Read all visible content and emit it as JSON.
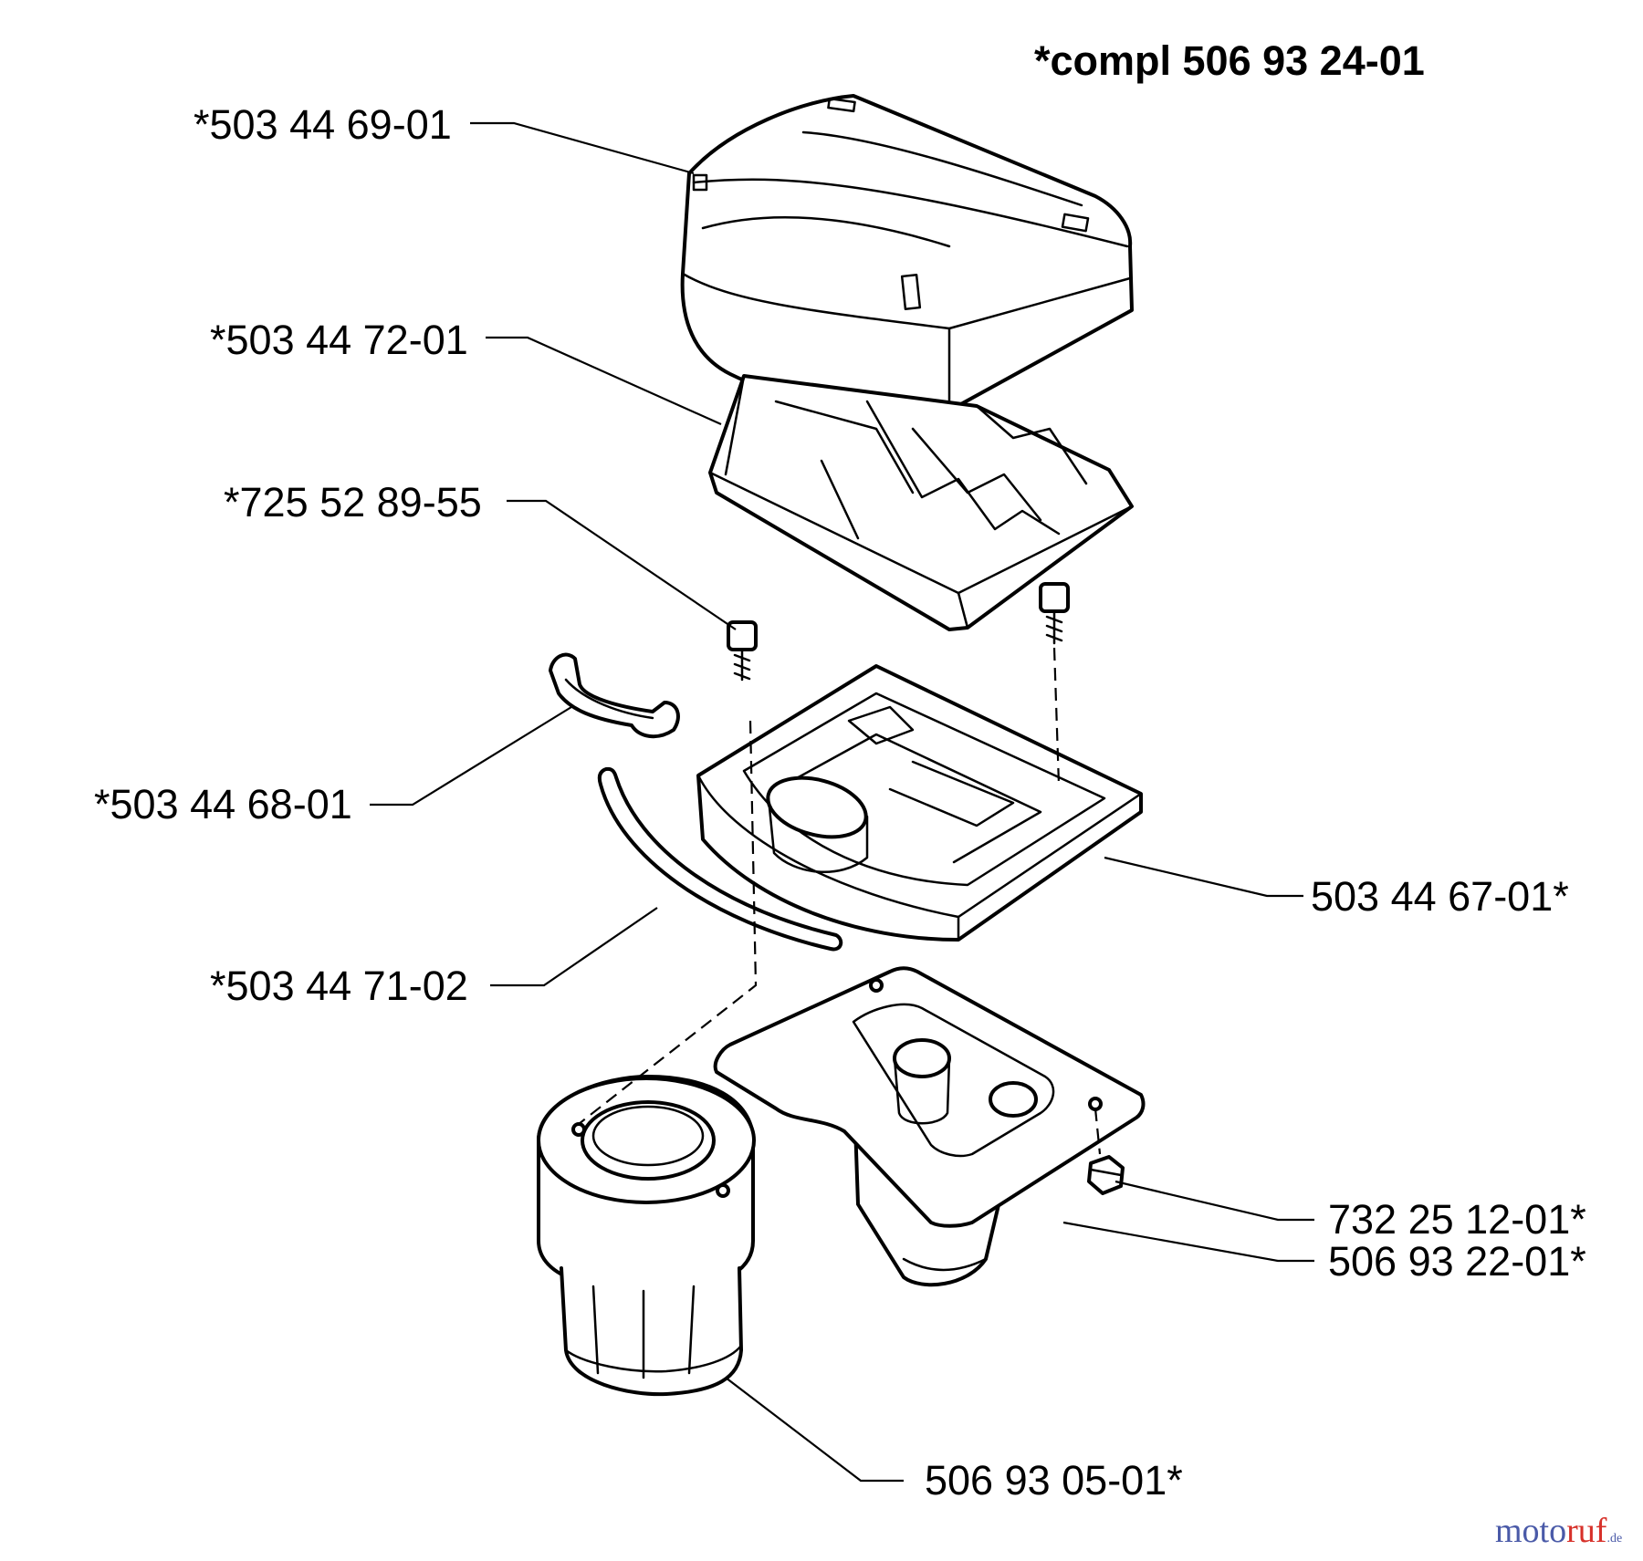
{
  "assembly_label": "*compl 506 93 24-01",
  "parts": [
    {
      "id": "cover",
      "label": "*503 44 69-01"
    },
    {
      "id": "filter-element",
      "label": "*503 44 72-01"
    },
    {
      "id": "screw",
      "label": "*725 52 89-55"
    },
    {
      "id": "clip",
      "label": "*503 44 68-01"
    },
    {
      "id": "filter-holder",
      "label": "503 44 67-01*"
    },
    {
      "id": "seal-strip",
      "label": "*503 44 71-02"
    },
    {
      "id": "nut",
      "label": "732 25 12-01*"
    },
    {
      "id": "intake-plate",
      "label": "506 93 22-01*"
    },
    {
      "id": "intake-boot",
      "label": "506 93 05-01*"
    }
  ],
  "watermark": {
    "part1": "moto",
    "part2": "ruf",
    "suffix": ".de"
  }
}
